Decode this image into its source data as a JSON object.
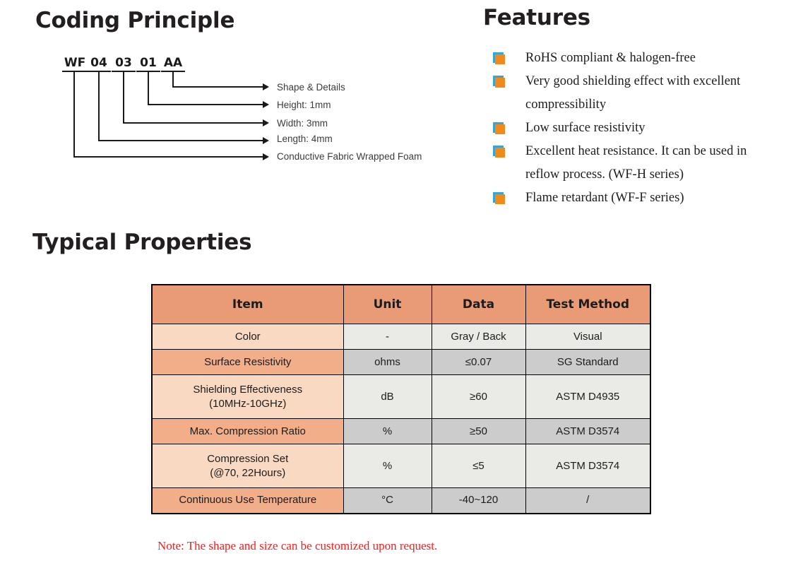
{
  "sections": {
    "coding_title": "Coding Principle",
    "features_title": "Features",
    "properties_title": "Typical Properties"
  },
  "coding": {
    "segments": [
      "WF",
      "04",
      "03",
      "01",
      "AA"
    ],
    "labels": [
      "Shape & Details",
      "Height: 1mm",
      "Width: 3mm",
      "Length: 4mm",
      "Conductive Fabric Wrapped Foam"
    ]
  },
  "features": {
    "bullet_color": "#f08a1c",
    "bullet_accent_color": "#3aa6d0",
    "items": [
      "RoHS compliant & halogen-free",
      "Very good shielding effect with excellent compressibility",
      "Low surface resistivity",
      "Excellent heat resistance. It can be used in reflow process. (WF-H series)",
      "Flame retardant (WF-F series)"
    ]
  },
  "properties_table": {
    "header_color": "#e89b74",
    "headers": [
      "Item",
      "Unit",
      "Data",
      "Test Method"
    ],
    "rows": [
      {
        "item": "Color",
        "unit": "-",
        "data": "Gray / Back",
        "test": "Visual"
      },
      {
        "item": "Surface Resistivity",
        "unit": "ohms",
        "data": "≤0.07",
        "test": "SG Standard"
      },
      {
        "item": "Shielding Effectiveness\n(10MHz-10GHz)",
        "item_line1": "Shielding Effectiveness",
        "item_line2": "(10MHz-10GHz)",
        "unit": "dB",
        "data": "≥60",
        "test": "ASTM D4935"
      },
      {
        "item": "Max. Compression Ratio",
        "unit": "%",
        "data": "≥50",
        "test": "ASTM D3574"
      },
      {
        "item": "Compression Set\n(@70, 22Hours)",
        "item_line1": "Compression Set",
        "item_line2": "(@70, 22Hours)",
        "unit": "%",
        "data": "≤5",
        "test": "ASTM D3574"
      },
      {
        "item": "Continuous Use Temperature",
        "unit": "°C",
        "data": "-40~120",
        "test": "/"
      }
    ],
    "note": "Note: The shape and size can be customized upon request.",
    "note_color": "#ff1a1a"
  }
}
